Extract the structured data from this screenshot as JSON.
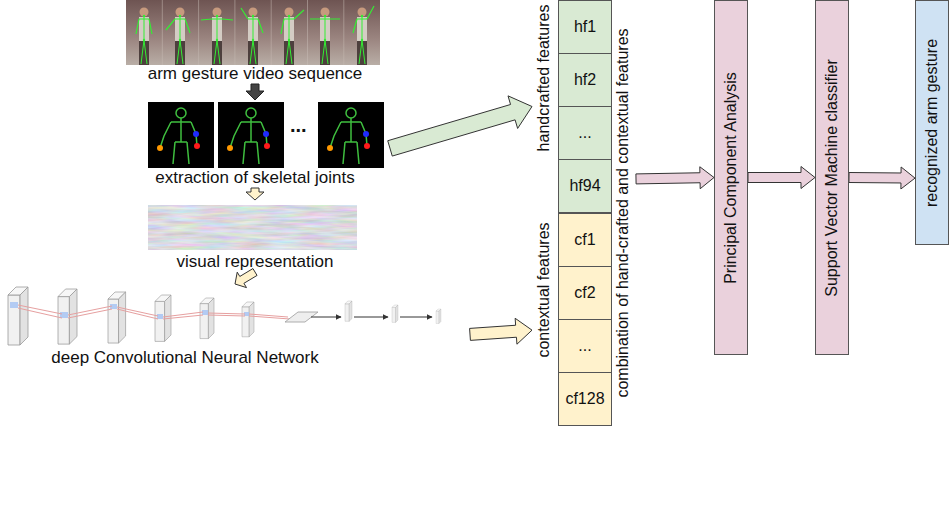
{
  "diagram": {
    "nodes": [
      {
        "text": [
          "arm gesture video sequence"
        ]
      },
      {
        "text": [
          "extraction of skeletal joints"
        ]
      },
      {
        "text": [
          "visual representation"
        ]
      },
      {
        "text": [
          "deep Convolutional Neural Network"
        ]
      },
      {
        "text": [
          "combination of hand-crafted and contextual features"
        ]
      },
      {
        "text": [
          "handcrafted features"
        ],
        "in": 4
      },
      {
        "text": [
          "hf1"
        ],
        "in": 5
      },
      {
        "text": [
          "hf2"
        ],
        "in": 5
      },
      {
        "text": [
          "..."
        ],
        "in": 5
      },
      {
        "text": [
          "hf94"
        ],
        "in": 5
      },
      {
        "text": [
          "contextual features"
        ],
        "in": 4
      },
      {
        "text": [
          "cf1"
        ],
        "in": 10
      },
      {
        "text": [
          "cf2"
        ],
        "in": 10
      },
      {
        "text": [
          "..."
        ],
        "in": 10
      },
      {
        "text": [
          "cf128"
        ],
        "in": 10
      },
      {
        "text": [
          "Principal Component Analysis"
        ]
      },
      {
        "text": [
          "Support Vector Machine classifier"
        ]
      },
      {
        "text": [
          "recognized arm gesture"
        ]
      }
    ],
    "edges": [
      {
        "from": 0,
        "to": 1,
        "arrow": "to"
      },
      {
        "from": 1,
        "to": 2,
        "arrow": "to"
      },
      {
        "from": 2,
        "to": 3,
        "arrow": "to"
      },
      {
        "from": 1,
        "to": 5,
        "arrow": "to"
      },
      {
        "from": 3,
        "to": 10,
        "arrow": "to"
      },
      {
        "from": 4,
        "to": 15,
        "arrow": "to"
      },
      {
        "from": 15,
        "to": 16,
        "arrow": "to"
      },
      {
        "from": 16,
        "to": 17,
        "arrow": "to"
      }
    ],
    "labels": [
      "..."
    ]
  }
}
